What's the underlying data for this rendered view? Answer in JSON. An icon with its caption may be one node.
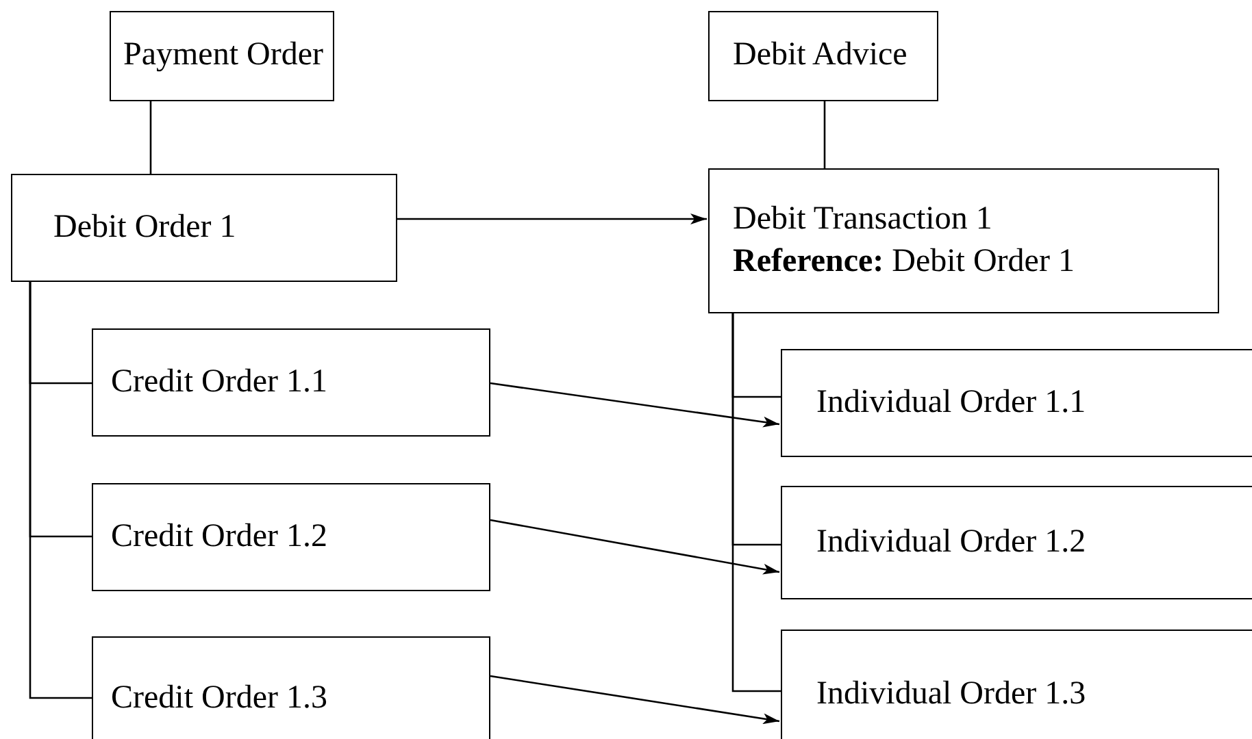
{
  "diagram": {
    "nodes": [
      {
        "text": [
          "Payment Order"
        ]
      },
      {
        "text": [
          "Debit Order 1"
        ]
      },
      {
        "text": [
          "Credit Order 1.1"
        ]
      },
      {
        "text": [
          "Credit Order 1.2"
        ]
      },
      {
        "text": [
          "Credit Order 1.3"
        ]
      },
      {
        "text": [
          "Debit Advice"
        ]
      },
      {
        "text": [
          "Debit Transaction 1",
          "**Reference:** Debit Order 1"
        ]
      },
      {
        "text": [
          "Individual Order 1.1"
        ]
      },
      {
        "text": [
          "Individual Order 1.2"
        ]
      },
      {
        "text": [
          "Individual Order 1.3"
        ]
      }
    ],
    "edges": [
      {
        "from": 0,
        "to": 1,
        "arrow": "none"
      },
      {
        "from": 1,
        "to": 2,
        "arrow": "none"
      },
      {
        "from": 1,
        "to": 3,
        "arrow": "none"
      },
      {
        "from": 1,
        "to": 4,
        "arrow": "none"
      },
      {
        "from": 5,
        "to": 6,
        "arrow": "none"
      },
      {
        "from": 6,
        "to": 7,
        "arrow": "none"
      },
      {
        "from": 6,
        "to": 8,
        "arrow": "none"
      },
      {
        "from": 6,
        "to": 9,
        "arrow": "none"
      },
      {
        "from": 1,
        "to": 6,
        "arrow": "to"
      },
      {
        "from": 2,
        "to": 7,
        "arrow": "to"
      },
      {
        "from": 3,
        "to": 8,
        "arrow": "to"
      },
      {
        "from": 4,
        "to": 9,
        "arrow": "to"
      }
    ]
  }
}
